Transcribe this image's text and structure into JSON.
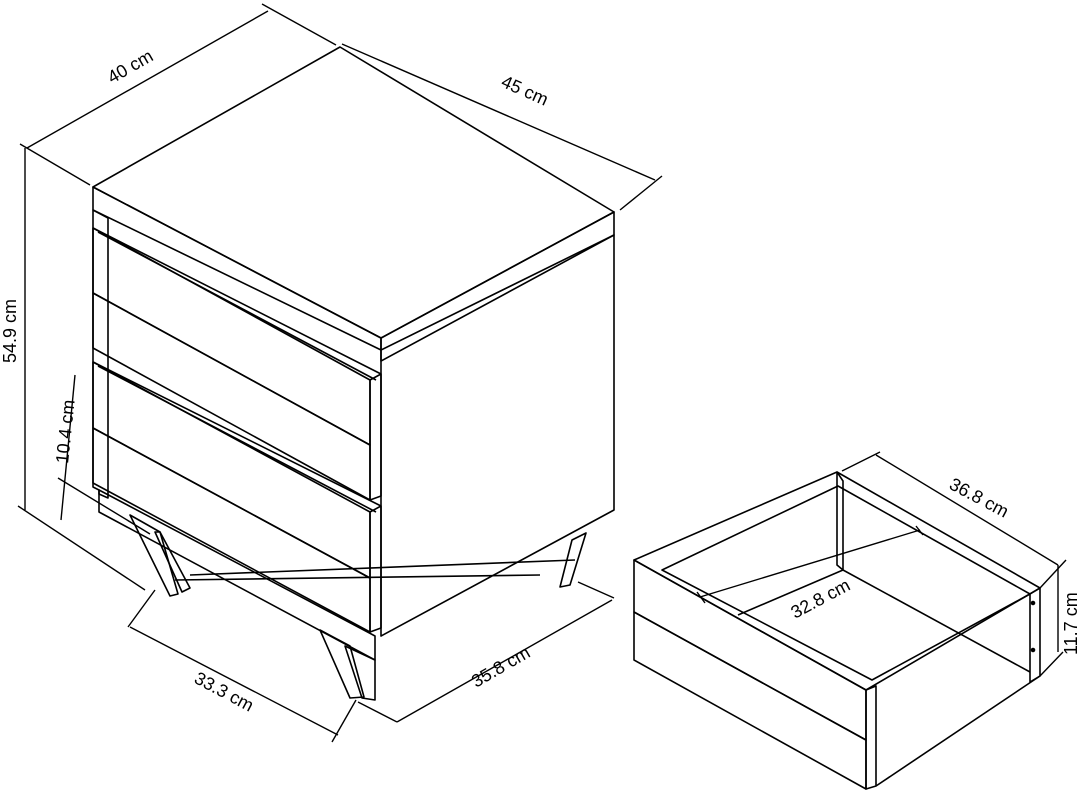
{
  "dimensions": {
    "top_width": "40 cm",
    "top_depth": "45 cm",
    "height": "54.9 cm",
    "leg_height": "10.4 cm",
    "base_width": "33.3 cm",
    "base_depth": "35.8 cm",
    "drawer_depth_outer": "36.8 cm",
    "drawer_inner_width": "32.8 cm",
    "drawer_height": "11.7 cm"
  },
  "colors": {
    "stroke": "#000000",
    "background": "#ffffff"
  }
}
